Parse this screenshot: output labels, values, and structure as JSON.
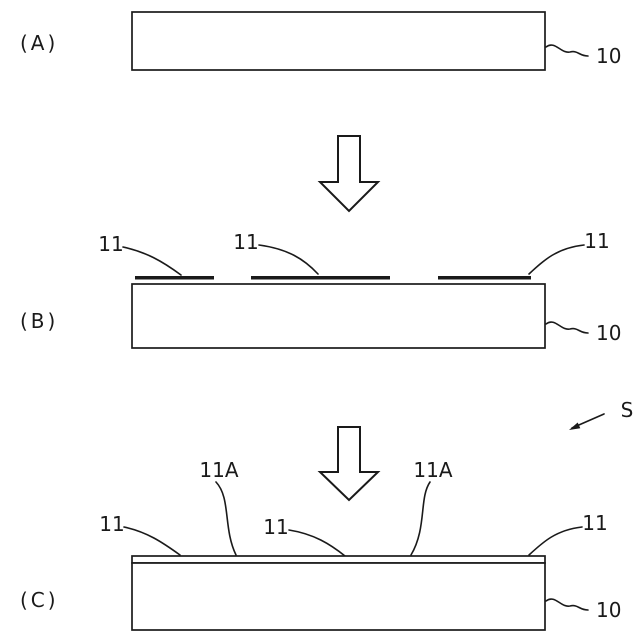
{
  "figure": {
    "panel_a": {
      "label": "(A)",
      "substrate_ref": "10"
    },
    "panel_b": {
      "label": "(B)",
      "substrate_ref": "10",
      "strip_ref_left": "11",
      "strip_ref_mid": "11",
      "strip_ref_right": "11"
    },
    "panel_c": {
      "label": "(C)",
      "substrate_ref": "10",
      "strip_ref_left": "11",
      "strip_ref_mid": "11",
      "strip_ref_right": "11",
      "joint_ref_left": "11A",
      "joint_ref_right": "11A"
    },
    "overall_ref": "S",
    "colors": {
      "line": "#1a1a1a",
      "shape_fill": "#ffffff",
      "background": "#ffffff"
    }
  }
}
